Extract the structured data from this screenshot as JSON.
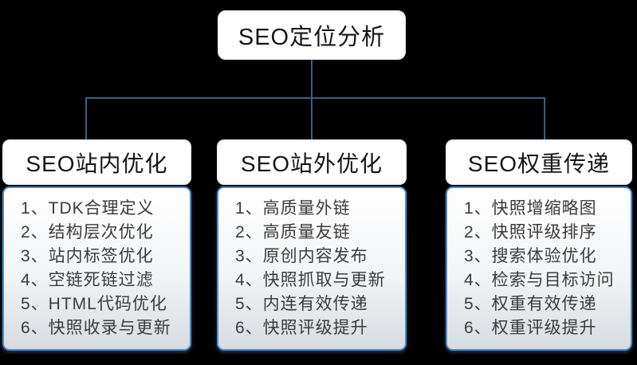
{
  "root": {
    "label": "SEO定位分析"
  },
  "colors": {
    "background": "#000000",
    "connector_line": "#3a5f85",
    "node_background": "#ffffff",
    "list_border": "#4f8dc6",
    "list_gradient_bottom": "#d7dce1",
    "title_text": "#161616",
    "list_text": "#3b3b3b"
  },
  "columns": [
    {
      "title": "SEO站内优化",
      "items": [
        "1、TDK合理定义",
        "2、结构层次优化",
        "3、站内标签优化",
        "4、空链死链过滤",
        "5、HTML代码优化",
        "6、快照收录与更新"
      ]
    },
    {
      "title": "SEO站外优化",
      "items": [
        "1、高质量外链",
        "2、高质量友链",
        "3、原创内容发布",
        "4、快照抓取与更新",
        "5、内连有效传递",
        "6、快照评级提升"
      ]
    },
    {
      "title": "SEO权重传递",
      "items": [
        "1、快照增缩略图",
        "2、快照评级排序",
        "3、搜索体验优化",
        "4、检索与目标访问",
        "5、权重有效传递",
        "6、权重评级提升"
      ]
    }
  ]
}
